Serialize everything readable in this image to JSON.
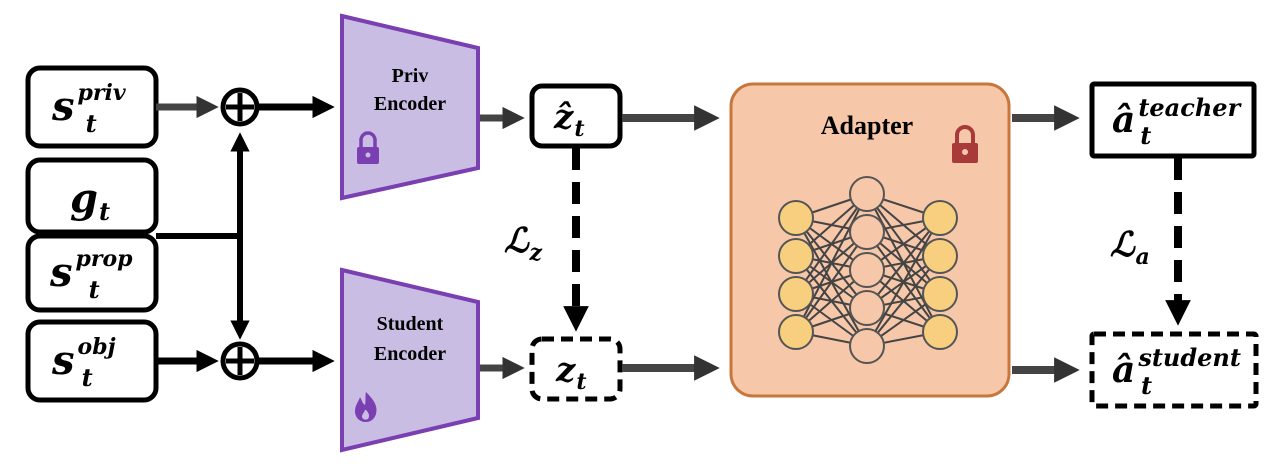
{
  "colors": {
    "encoder_fill": "#c9bde3",
    "encoder_stroke": "#7a3fb0",
    "adapter_fill": "#f6c7a9",
    "adapter_stroke": "#c8773c",
    "neuron_fill": "#f8cf7e",
    "purple_icon": "#7a3fb0",
    "red_icon": "#a83a3a"
  },
  "inputs": {
    "s_priv": {
      "base": "s",
      "sub": "t",
      "sup": "priv"
    },
    "g": {
      "base": "g",
      "sub": "t"
    },
    "s_prop": {
      "base": "s",
      "sub": "t",
      "sup": "prop"
    },
    "s_obj": {
      "base": "s",
      "sub": "t",
      "sup": "obj"
    }
  },
  "encoders": {
    "priv": {
      "line1": "Priv",
      "line2": "Encoder",
      "icon": "lock-icon"
    },
    "student": {
      "line1": "Student",
      "line2": "Encoder",
      "icon": "flame-icon"
    }
  },
  "latents": {
    "z_hat": {
      "base": "ẑ",
      "sub": "t"
    },
    "z": {
      "base": "z",
      "sub": "t"
    }
  },
  "adapter": {
    "label": "Adapter",
    "icon": "lock-icon"
  },
  "outputs": {
    "teacher": {
      "base": "â",
      "sub": "t",
      "sup": "teacher"
    },
    "student": {
      "base": "â",
      "sub": "t",
      "sup": "student"
    }
  },
  "losses": {
    "lz": {
      "base": "ℒ",
      "sub": "z"
    },
    "la": {
      "base": "ℒ",
      "sub": "a"
    }
  },
  "operators": {
    "sum_symbol": "⊕"
  }
}
